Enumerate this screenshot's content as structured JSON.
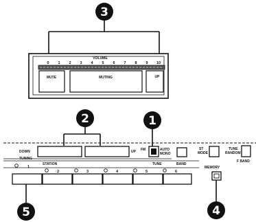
{
  "colors": {
    "ink": "#111111",
    "paper": "#ffffff"
  },
  "callouts": {
    "c1": "1",
    "c2": "2",
    "c3": "3",
    "c4": "4",
    "c5": "5"
  },
  "volume": {
    "title": "VOLUME",
    "ticks": [
      "0",
      "1",
      "2",
      "3",
      "4",
      "5",
      "6",
      "7",
      "8",
      "9",
      "10"
    ],
    "mute_label": "MUTE",
    "muting_label": "MUTING",
    "up_label": "UP"
  },
  "controls": {
    "down_label": "DOWN",
    "up_label": "UP",
    "fm_label": "FM",
    "auto_label": "AUTO",
    "mono_label": "MONO",
    "tune_label": "TUNE",
    "band_label": "BAND",
    "st_label": "ST",
    "mode_label": "MODE",
    "tune_mode_label": "TUNE",
    "random_label": "RANDOM",
    "f_band_label": "F BAND",
    "memory_label": "MEMORY",
    "station_label": "STATION",
    "tuning_label": "TUNING",
    "presets": [
      "1",
      "2",
      "3",
      "4",
      "5",
      "6"
    ]
  }
}
